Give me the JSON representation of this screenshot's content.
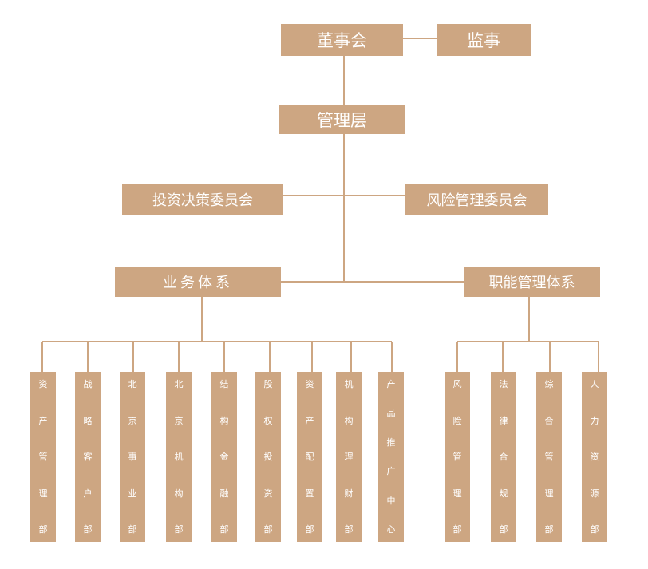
{
  "colors": {
    "box": "#cda682",
    "line": "#cda682",
    "text": "#ffffff"
  },
  "board": "董事会",
  "supervisor": "监事",
  "management": "管理层",
  "investment_committee": "投资决策委员会",
  "risk_committee": "风险管理委员会",
  "business_system": "业务体系",
  "function_system": "职能管理体系",
  "business_departments": [
    "资产管理部",
    "战略客户部",
    "北京事业部",
    "北京机构部",
    "结构金融部",
    "股权投资部",
    "资产配置部",
    "机构理财部",
    "产品推广中心"
  ],
  "function_departments": [
    "风险管理部",
    "法律合规部",
    "综合管理部",
    "人力资源部"
  ]
}
